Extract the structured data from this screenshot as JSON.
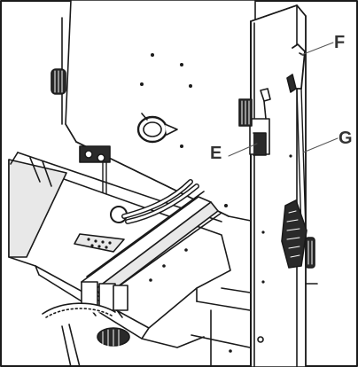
{
  "diagram": {
    "callouts": {
      "e": "E",
      "f": "F",
      "g": "G"
    },
    "colors": {
      "line": "#1a1a1a",
      "callout_text": "#333333",
      "callout_leader": "#555555",
      "fill": "#ffffff",
      "shade": "#e8e8e8",
      "dark": "#2a2a2a"
    }
  }
}
